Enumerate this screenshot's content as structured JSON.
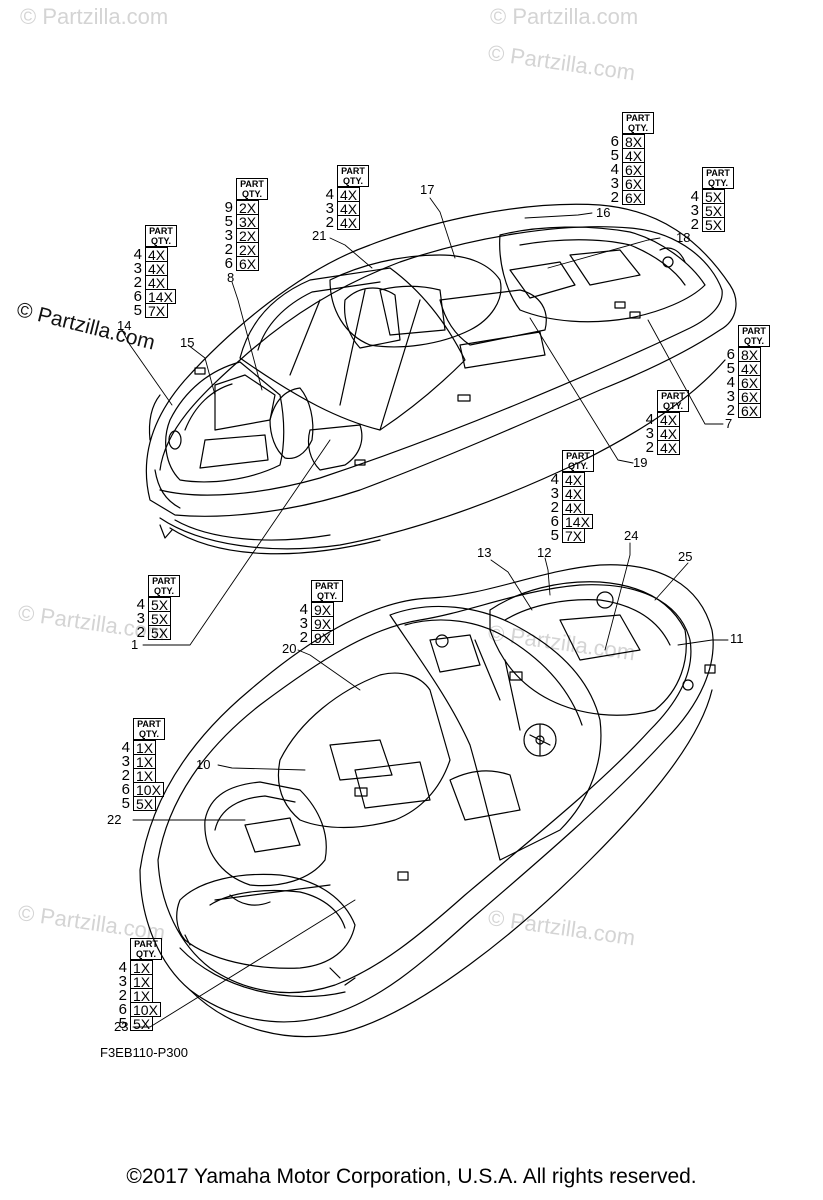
{
  "watermark": {
    "text": "© Partzilla.com"
  },
  "diagram_code": "F3EB110-P300",
  "copyright": "©2017  Yamaha Motor Corporation, U.S.A. All rights reserved.",
  "qty_header": [
    "PART",
    "QTY."
  ],
  "qty_boxes": [
    {
      "id": "box-left-top",
      "rows": [
        [
          "4",
          "4X"
        ],
        [
          "3",
          "4X"
        ],
        [
          "2",
          "4X"
        ],
        [
          "6",
          "14X"
        ],
        [
          "5",
          "7X"
        ]
      ]
    },
    {
      "id": "box-8",
      "rows": [
        [
          "9",
          "2X"
        ],
        [
          "5",
          "3X"
        ],
        [
          "3",
          "2X"
        ],
        [
          "2",
          "2X"
        ],
        [
          "6",
          "6X"
        ]
      ]
    },
    {
      "id": "box-21",
      "rows": [
        [
          "4",
          "4X"
        ],
        [
          "3",
          "4X"
        ],
        [
          "2",
          "4X"
        ]
      ]
    },
    {
      "id": "box-16",
      "rows": [
        [
          "6",
          "8X"
        ],
        [
          "5",
          "4X"
        ],
        [
          "4",
          "6X"
        ],
        [
          "3",
          "6X"
        ],
        [
          "2",
          "6X"
        ]
      ]
    },
    {
      "id": "box-18",
      "rows": [
        [
          "4",
          "5X"
        ],
        [
          "3",
          "5X"
        ],
        [
          "2",
          "5X"
        ]
      ]
    },
    {
      "id": "box-7",
      "rows": [
        [
          "6",
          "8X"
        ],
        [
          "5",
          "4X"
        ],
        [
          "4",
          "6X"
        ],
        [
          "3",
          "6X"
        ],
        [
          "2",
          "6X"
        ]
      ]
    },
    {
      "id": "box-19",
      "rows": [
        [
          "4",
          "4X"
        ],
        [
          "3",
          "4X"
        ],
        [
          "2",
          "4X"
        ]
      ]
    },
    {
      "id": "box-13",
      "rows": [
        [
          "4",
          "4X"
        ],
        [
          "3",
          "4X"
        ],
        [
          "2",
          "4X"
        ],
        [
          "6",
          "14X"
        ],
        [
          "5",
          "7X"
        ]
      ]
    },
    {
      "id": "box-1",
      "rows": [
        [
          "4",
          "5X"
        ],
        [
          "3",
          "5X"
        ],
        [
          "2",
          "5X"
        ]
      ]
    },
    {
      "id": "box-20",
      "rows": [
        [
          "4",
          "9X"
        ],
        [
          "3",
          "9X"
        ],
        [
          "2",
          "9X"
        ]
      ]
    },
    {
      "id": "box-22",
      "rows": [
        [
          "4",
          "1X"
        ],
        [
          "3",
          "1X"
        ],
        [
          "2",
          "1X"
        ],
        [
          "6",
          "10X"
        ],
        [
          "5",
          "5X"
        ]
      ]
    },
    {
      "id": "box-23",
      "rows": [
        [
          "4",
          "1X"
        ],
        [
          "3",
          "1X"
        ],
        [
          "2",
          "1X"
        ],
        [
          "6",
          "10X"
        ],
        [
          "5",
          "5X"
        ]
      ]
    }
  ],
  "callouts": [
    "14",
    "15",
    "8",
    "21",
    "17",
    "16",
    "18",
    "7",
    "19",
    "1",
    "13",
    "12",
    "24",
    "25",
    "11",
    "20",
    "10",
    "22",
    "23"
  ]
}
